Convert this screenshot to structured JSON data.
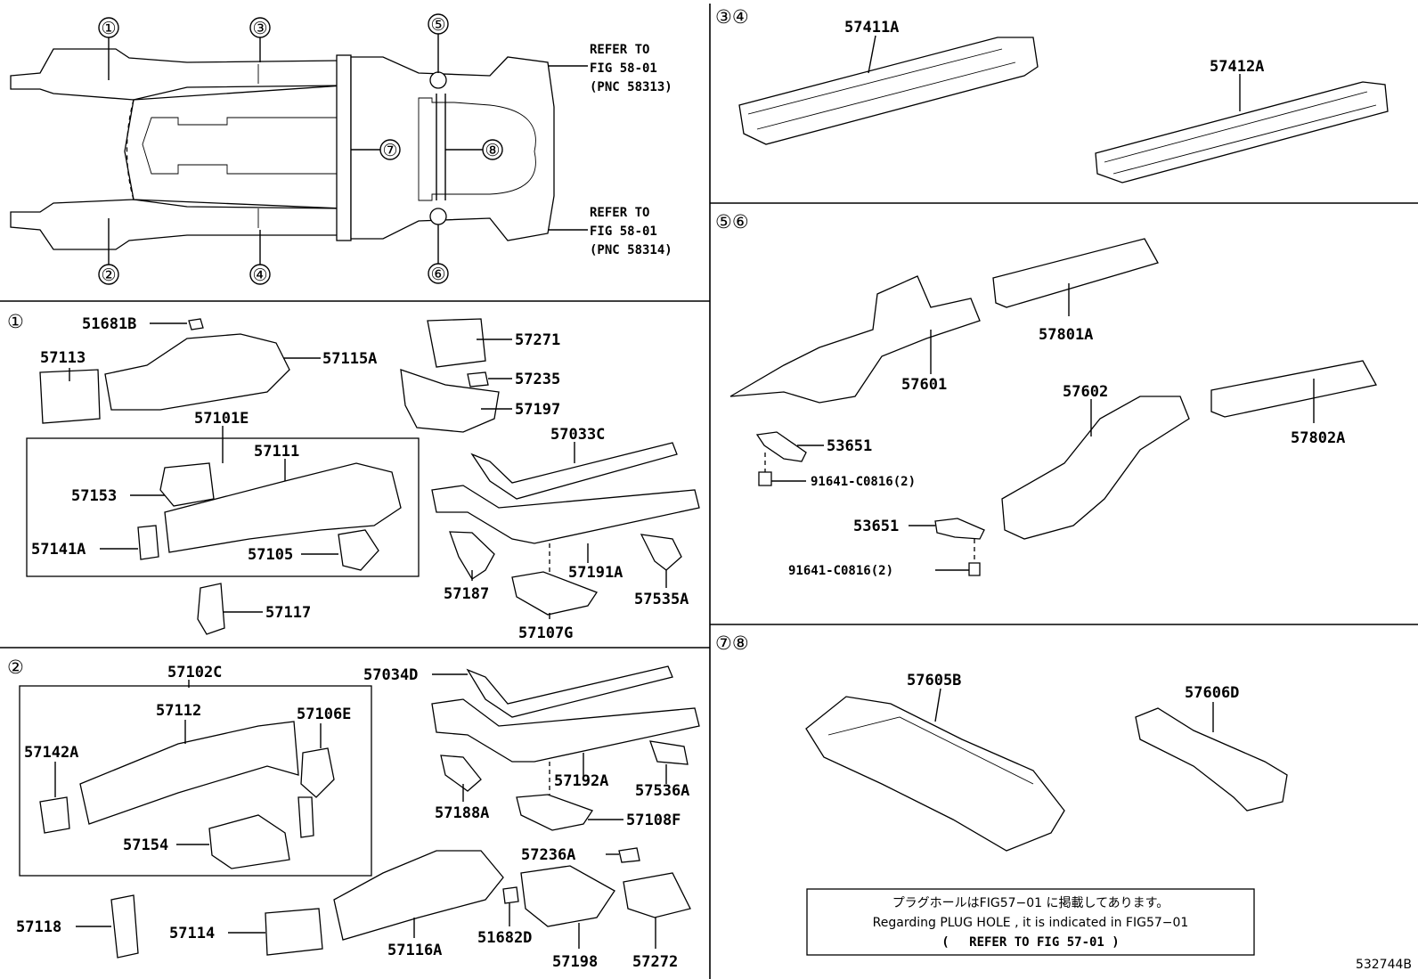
{
  "overview": {
    "callouts": [
      "①",
      "②",
      "③",
      "④",
      "⑤",
      "⑥",
      "⑦",
      "⑧"
    ],
    "refer_top": [
      "REFER TO",
      "FIG 58-01",
      "(PNC 58313)"
    ],
    "refer_bottom": [
      "REFER TO",
      "FIG 58-01",
      "(PNC 58314)"
    ]
  },
  "section1": {
    "heading": "①",
    "labels": {
      "p51681B": "51681B",
      "p57113": "57113",
      "p57115A": "57115A",
      "p57101E": "57101E",
      "p57111": "57111",
      "p57153": "57153",
      "p57141A": "57141A",
      "p57105": "57105",
      "p57117": "57117",
      "p57271": "57271",
      "p57235": "57235",
      "p57197": "57197",
      "p57033C": "57033C",
      "p57191A": "57191A",
      "p57187": "57187",
      "p57107G": "57107G",
      "p57535A": "57535A"
    }
  },
  "section2": {
    "heading": "②",
    "labels": {
      "p57102C": "57102C",
      "p57112": "57112",
      "p57106E": "57106E",
      "p57142A": "57142A",
      "p57154": "57154",
      "p57118": "57118",
      "p57114": "57114",
      "p57116A": "57116A",
      "p51682D": "51682D",
      "p57198": "57198",
      "p57272": "57272",
      "p57236A": "57236A",
      "p57034D": "57034D",
      "p57192A": "57192A",
      "p57188A": "57188A",
      "p57536A": "57536A",
      "p57108F": "57108F"
    }
  },
  "section34": {
    "heading": "③④",
    "labels": {
      "p57411A": "57411A",
      "p57412A": "57412A"
    }
  },
  "section56": {
    "heading": "⑤⑥",
    "labels": {
      "p57601": "57601",
      "p57801A": "57801A",
      "p57602": "57602",
      "p57802A": "57802A",
      "p53651a": "53651",
      "p91641a": "91641-C0816(2)",
      "p53651b": "53651",
      "p91641b": "91641-C0816(2)"
    }
  },
  "section78": {
    "heading": "⑦⑧",
    "labels": {
      "p57605B": "57605B",
      "p57606D": "57606D"
    }
  },
  "note": {
    "line1": "プラグホールはFIG57−01 に掲載してあります。",
    "line2": "Regarding PLUG HOLE , it is indicated in FIG57−01",
    "line3": "(　 REFER TO FIG 57-01 )"
  },
  "footer": {
    "code": "532744B"
  }
}
